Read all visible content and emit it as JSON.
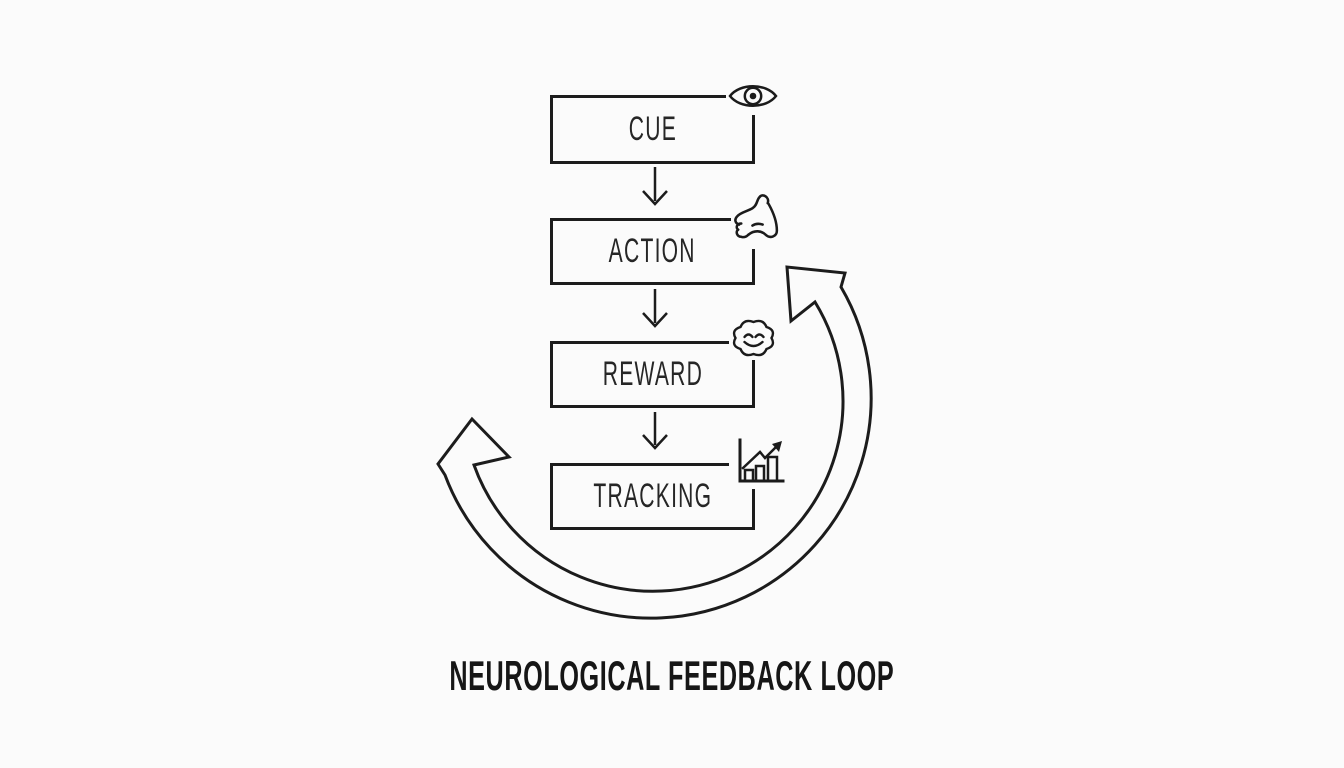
{
  "diagram": {
    "title": "NEUROLOGICAL FEEDBACK LOOP",
    "steps": [
      {
        "label": "CUE",
        "icon": "eye-icon"
      },
      {
        "label": "ACTION",
        "icon": "muscle-icon"
      },
      {
        "label": "REWARD",
        "icon": "brain-icon"
      },
      {
        "label": "TRACKING",
        "icon": "chart-icon"
      }
    ],
    "connectors": {
      "step_arrows": "down-arrow",
      "loop_arrow": "large curved double-headed arc from TRACKING back up the sides (feedback loop)"
    },
    "colors": {
      "ink": "#1c1c1c",
      "background": "#fbfbfb"
    }
  }
}
